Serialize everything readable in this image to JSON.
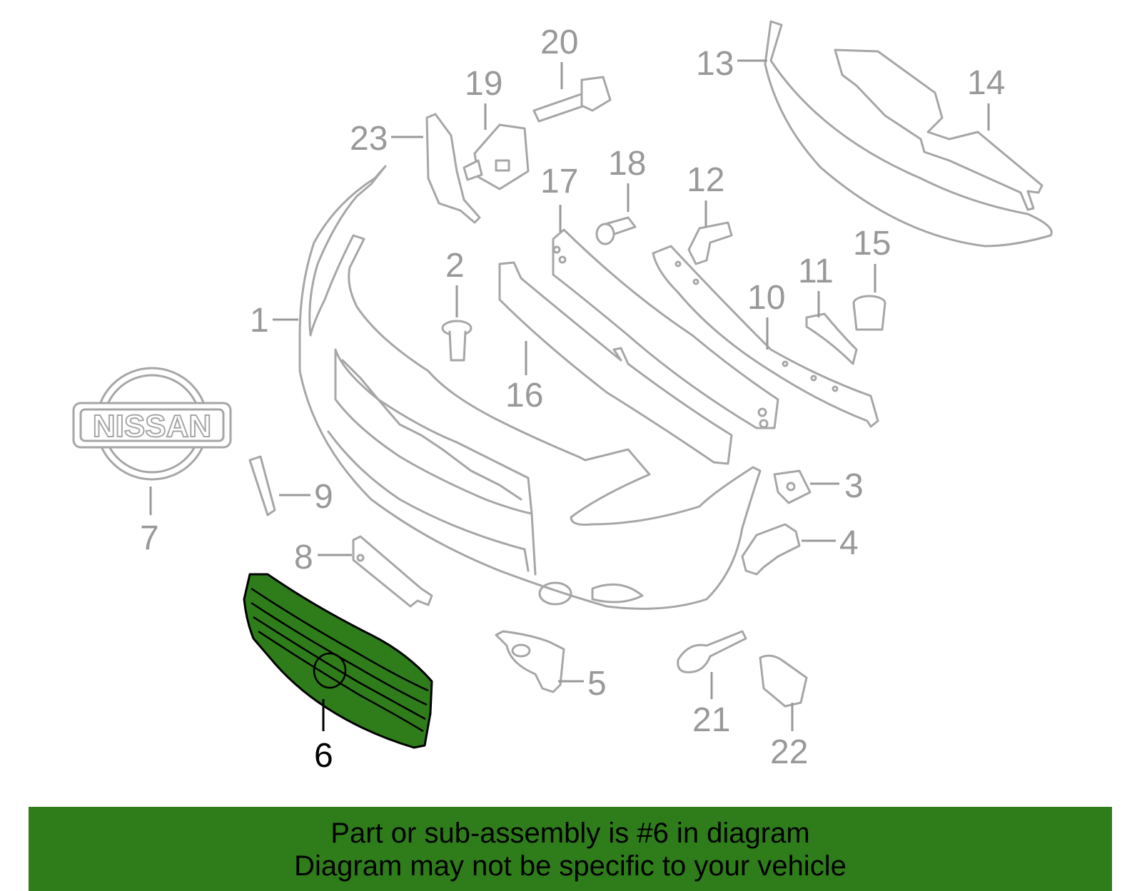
{
  "diagram": {
    "callouts": [
      "1",
      "2",
      "3",
      "4",
      "5",
      "6",
      "7",
      "8",
      "9",
      "10",
      "11",
      "12",
      "13",
      "14",
      "15",
      "16",
      "17",
      "18",
      "19",
      "20",
      "21",
      "22",
      "23"
    ],
    "highlighted_part": "6",
    "emblem_text": "NISSAN",
    "colors": {
      "highlight": "#2e7d1a",
      "part_outline": "#a6a6a6",
      "callout_text": "#999999"
    }
  },
  "banner": {
    "line1": "Part or sub-assembly is #6 in diagram",
    "line2": "Diagram may not be specific to your vehicle"
  }
}
